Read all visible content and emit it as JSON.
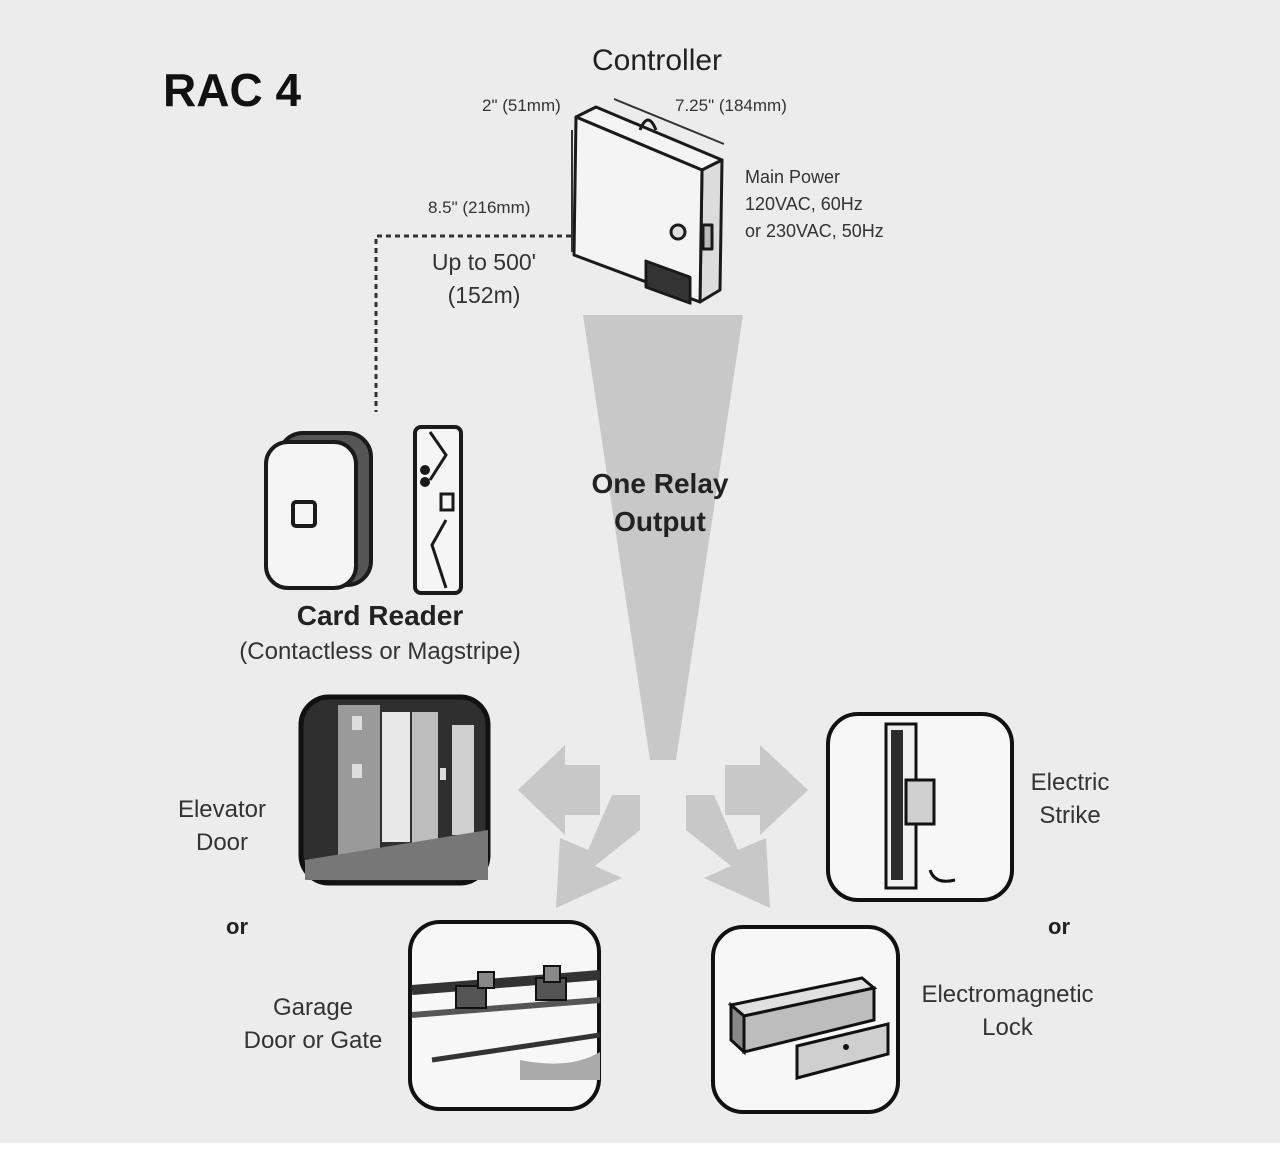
{
  "title": "RAC 4",
  "controller": {
    "label": "Controller",
    "depth": "2\" (51mm)",
    "width": "7.25\" (184mm)",
    "height": "8.5\" (216mm)",
    "power_lines": [
      "Main Power",
      "120VAC, 60Hz",
      "or 230VAC, 50Hz"
    ]
  },
  "cable": {
    "lines": [
      "Up to 500'",
      "(152m)"
    ]
  },
  "relay": {
    "lines": [
      "One Relay",
      "Output"
    ]
  },
  "reader": {
    "title": "Card Reader",
    "subtitle": "(Contactless or Magstripe)"
  },
  "outputs": [
    {
      "name": "elevator",
      "lines": [
        "Elevator",
        "Door"
      ]
    },
    {
      "name": "strike",
      "lines": [
        "Electric",
        "Strike"
      ]
    },
    {
      "name": "garage",
      "lines": [
        "Garage",
        "Door or Gate"
      ]
    },
    {
      "name": "maglock",
      "lines": [
        "Electromagnetic",
        "Lock"
      ]
    }
  ],
  "or_label": "or",
  "colors": {
    "background": "#ececec",
    "arrow": "#c8c8c8",
    "line": "#1a1a1a"
  }
}
